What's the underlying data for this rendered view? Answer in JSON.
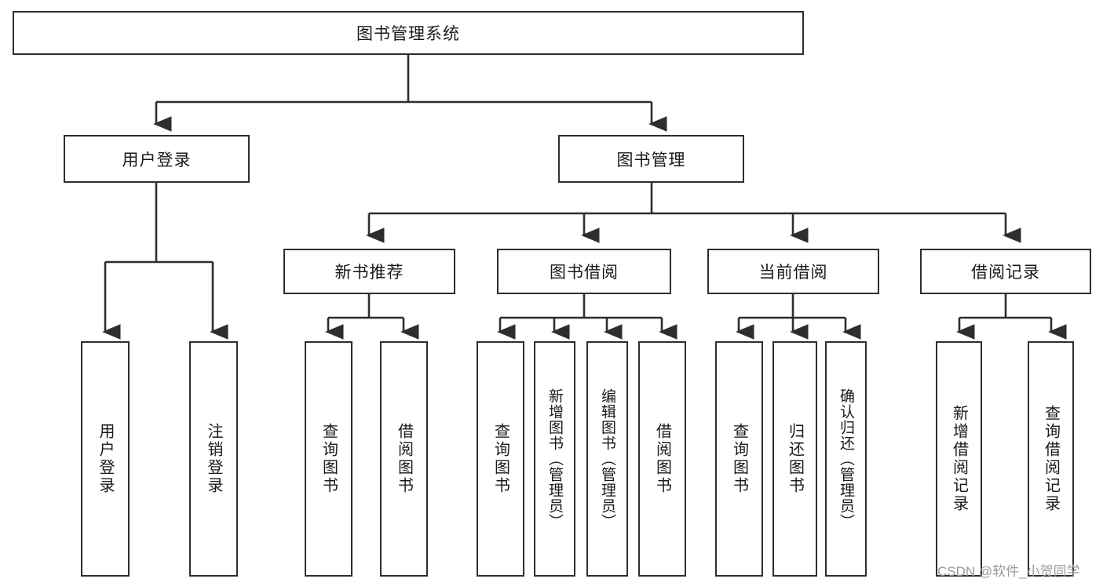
{
  "diagram": {
    "title_node": {
      "label": "图书管理系统"
    },
    "level2": [
      {
        "id": "user-login",
        "label": "用户登录"
      },
      {
        "id": "book-management",
        "label": "图书管理"
      }
    ],
    "level3": [
      {
        "id": "new-book-recommend",
        "label": "新书推荐"
      },
      {
        "id": "book-borrow",
        "label": "图书借阅"
      },
      {
        "id": "current-borrow",
        "label": "当前借阅"
      },
      {
        "id": "borrow-record",
        "label": "借阅记录"
      }
    ],
    "leaves": {
      "user_login": [
        {
          "id": "leaf-user-login",
          "label": "用户登录"
        },
        {
          "id": "leaf-logout-login",
          "label": "注销登录"
        }
      ],
      "new_book_recommend": [
        {
          "id": "leaf-query-book-1",
          "label": "查询图书"
        },
        {
          "id": "leaf-borrow-book-1",
          "label": "借阅图书"
        }
      ],
      "book_borrow": [
        {
          "id": "leaf-query-book-2",
          "label": "查询图书"
        },
        {
          "id": "leaf-add-book",
          "label": "新增图书（管理员）"
        },
        {
          "id": "leaf-edit-book",
          "label": "编辑图书（管理员）"
        },
        {
          "id": "leaf-borrow-book-2",
          "label": "借阅图书"
        }
      ],
      "current_borrow": [
        {
          "id": "leaf-query-book-3",
          "label": "查询图书"
        },
        {
          "id": "leaf-return-book",
          "label": "归还图书"
        },
        {
          "id": "leaf-confirm-return",
          "label": "确认归还（管理员）"
        }
      ],
      "borrow_record": [
        {
          "id": "leaf-add-record",
          "label": "新增借阅记录"
        },
        {
          "id": "leaf-query-record",
          "label": "查询借阅记录"
        }
      ]
    },
    "watermark": {
      "text": "CSDN @软件_小贺同学"
    },
    "colors": {
      "stroke": "#2e2e2e",
      "fill": "#ffffff",
      "text": "#1a1a1a",
      "watermark": "#9a9a9a"
    }
  }
}
